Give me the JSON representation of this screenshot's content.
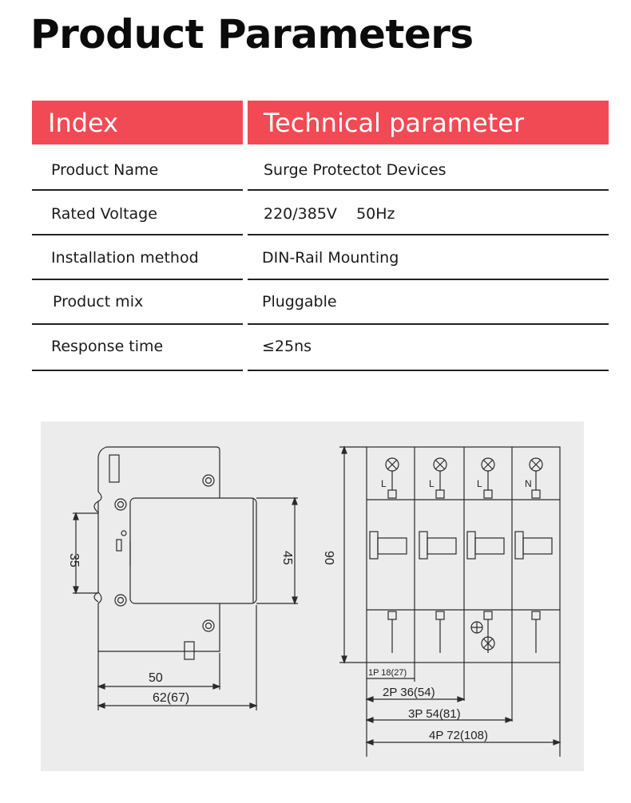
{
  "title": "Product Parameters",
  "table": {
    "headers": {
      "index": "Index",
      "parameter": "Technical parameter"
    },
    "rows": [
      {
        "index": "Product Name",
        "value": "Surge Protectot  Devices"
      },
      {
        "index": "Rated Voltage",
        "value": "220/385V    50Hz"
      },
      {
        "index": "Installation method",
        "value": "DIN-Rail Mounting"
      },
      {
        "index": "Product mix",
        "value": "Pluggable"
      },
      {
        "index": "Response time",
        "value": "≤25ns"
      }
    ]
  },
  "drawing": {
    "side_view": {
      "dim_35": "35",
      "dim_45": "45",
      "dim_50": "50",
      "dim_62": "62(67)"
    },
    "front_view": {
      "dim_90": "90",
      "terminal_labels": [
        "L",
        "L",
        "L",
        "N"
      ],
      "widths": [
        "1P 18(27)",
        "2P 36(54)",
        "3P 54(81)",
        "4P 72(108)"
      ]
    }
  }
}
